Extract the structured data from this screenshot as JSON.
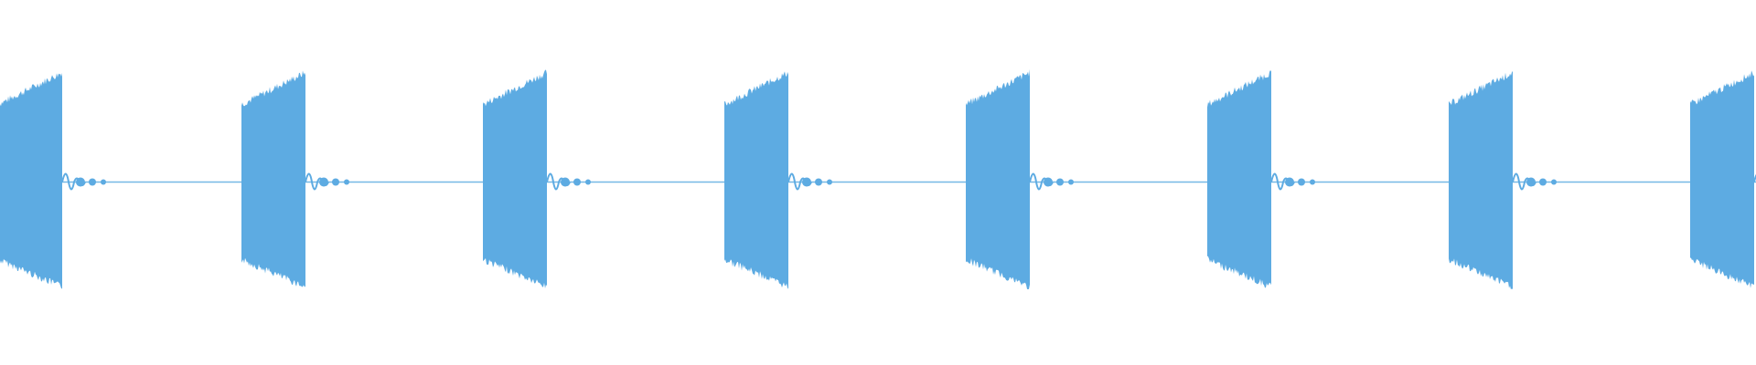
{
  "waveform": {
    "color": "#5dabe2",
    "background": "#ffffff",
    "burst_count": 8,
    "bursts": [
      {
        "index": 1,
        "partial": "left-cut"
      },
      {
        "index": 2
      },
      {
        "index": 3
      },
      {
        "index": 4
      },
      {
        "index": 5
      },
      {
        "index": 6
      },
      {
        "index": 7
      },
      {
        "index": 8,
        "partial": "right-cut"
      }
    ]
  }
}
